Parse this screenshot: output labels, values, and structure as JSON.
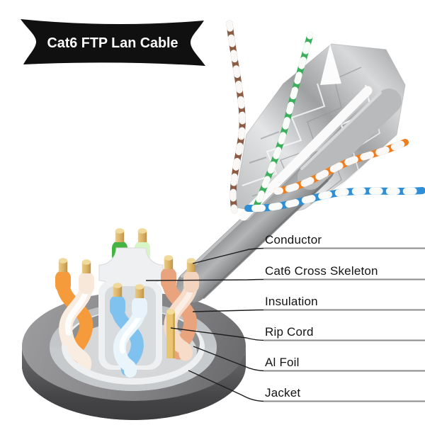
{
  "banner": {
    "title": "Cat6 FTP Lan Cable"
  },
  "diagram": {
    "subject": "Cat6 FTP Lan Cable cross-section",
    "labels": [
      {
        "id": "conductor",
        "text": "Conductor"
      },
      {
        "id": "cross-skeleton",
        "text": "Cat6 Cross Skeleton"
      },
      {
        "id": "insulation",
        "text": "Insulation"
      },
      {
        "id": "rip-cord",
        "text": "Rip Cord"
      },
      {
        "id": "al-foil",
        "text": "Al Foil"
      },
      {
        "id": "jacket",
        "text": "Jacket"
      }
    ],
    "colors": {
      "banner_bg": "#101010",
      "banner_text": "#ffffff",
      "jacket_gray_top": "#8d8d8f",
      "jacket_gray_side": "#454547",
      "al_foil_silver": "#c7cacc",
      "skeleton_white": "#eff0f2",
      "conductor_tan": "#d9b163",
      "rip_cord_tan": "#e9c571",
      "pair_orange": "#f59b3c",
      "pair_green": "#52b84d",
      "pair_blue": "#7fc2ef",
      "pair_salmon": "#e9a47d",
      "photo_pair_brown": "#8c5b43",
      "photo_pair_green": "#3baf5c",
      "photo_pair_orange": "#f07d1e",
      "photo_pair_blue": "#2f8fd6",
      "underline_gray": "#8a8a8a",
      "leader_black": "#1e1e1e"
    }
  }
}
